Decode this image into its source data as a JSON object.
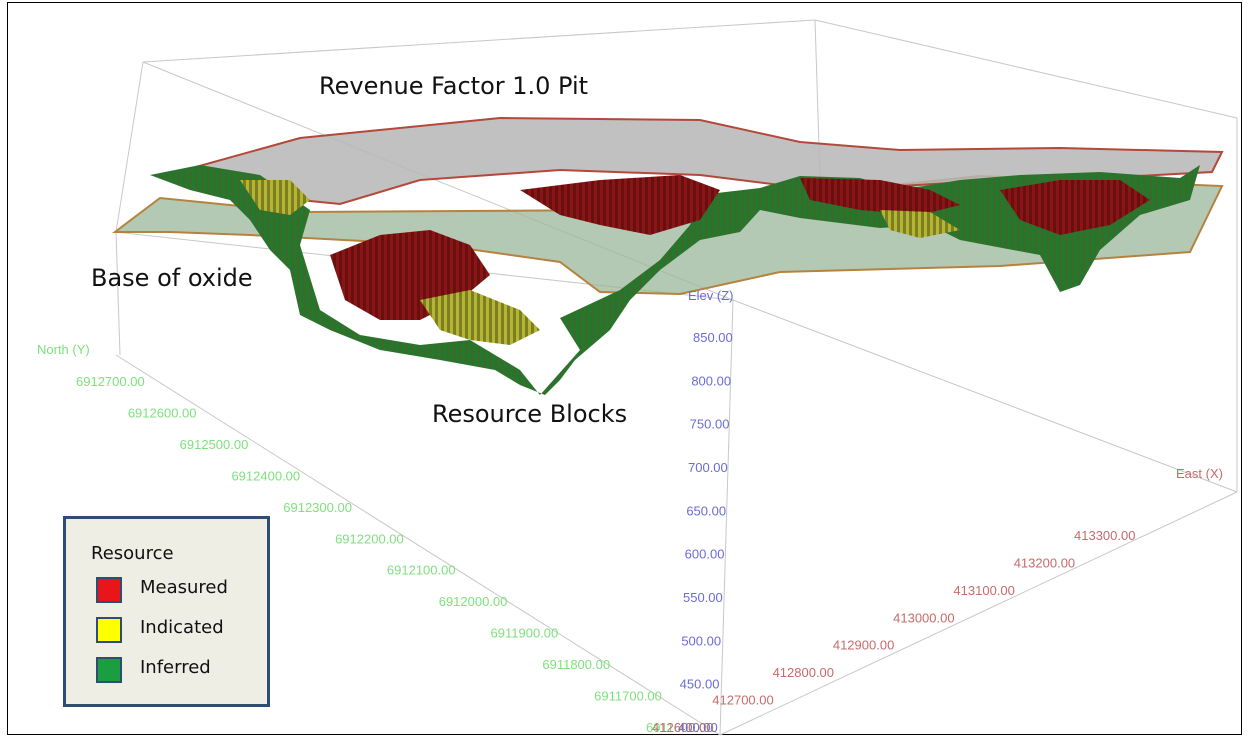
{
  "annotations": {
    "pit": "Revenue Factor 1.0 Pit",
    "oxide": "Base of oxide",
    "blocks": "Resource Blocks"
  },
  "axes": {
    "north": {
      "label": "North (Y)",
      "ticks": [
        "6912700.00",
        "6912600.00",
        "6912500.00",
        "6912400.00",
        "6912300.00",
        "6912200.00",
        "6912100.00",
        "6912000.00",
        "6911900.00",
        "6911800.00",
        "6911700.00",
        "6911600.00"
      ]
    },
    "east": {
      "label": "East (X)",
      "ticks": [
        "412600.00",
        "412700.00",
        "412800.00",
        "412900.00",
        "413000.00",
        "413100.00",
        "413200.00",
        "413300.00"
      ]
    },
    "elev": {
      "label": "Elev (Z)",
      "ticks": [
        "850.00",
        "800.00",
        "750.00",
        "700.00",
        "650.00",
        "600.00",
        "550.00",
        "500.00",
        "450.00",
        "400.00"
      ]
    }
  },
  "legend": {
    "title": "Resource",
    "items": [
      {
        "label": "Measured",
        "color": "#e8151b"
      },
      {
        "label": "Indicated",
        "color": "#ffff00"
      },
      {
        "label": "Inferred",
        "color": "#1a9e3f"
      }
    ]
  },
  "colors": {
    "measured_block": "#7a1010",
    "indicated_block": "#a9a930",
    "inferred_block": "#1f7a2e",
    "oxide_surface": "#8fae8f",
    "oxide_outline": "#b5823f",
    "pit_outline": "#b4483a",
    "pit_surface": "#b8b8b8"
  }
}
